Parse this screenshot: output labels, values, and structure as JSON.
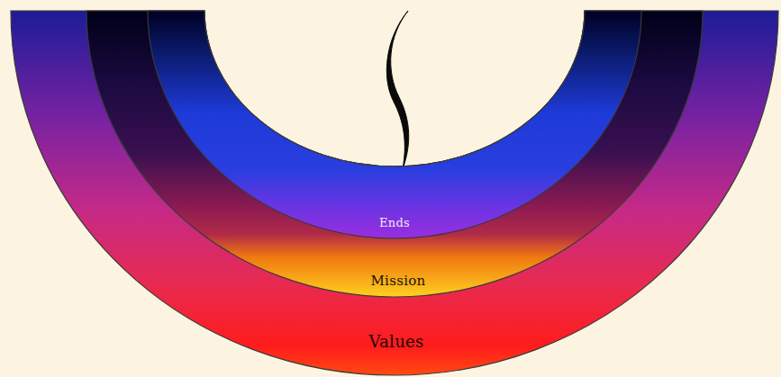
{
  "diagram": {
    "nodes": [
      {
        "text": [
          "Ends"
        ]
      },
      {
        "text": [
          "Mission"
        ]
      },
      {
        "text": [
          "Values"
        ]
      }
    ]
  }
}
